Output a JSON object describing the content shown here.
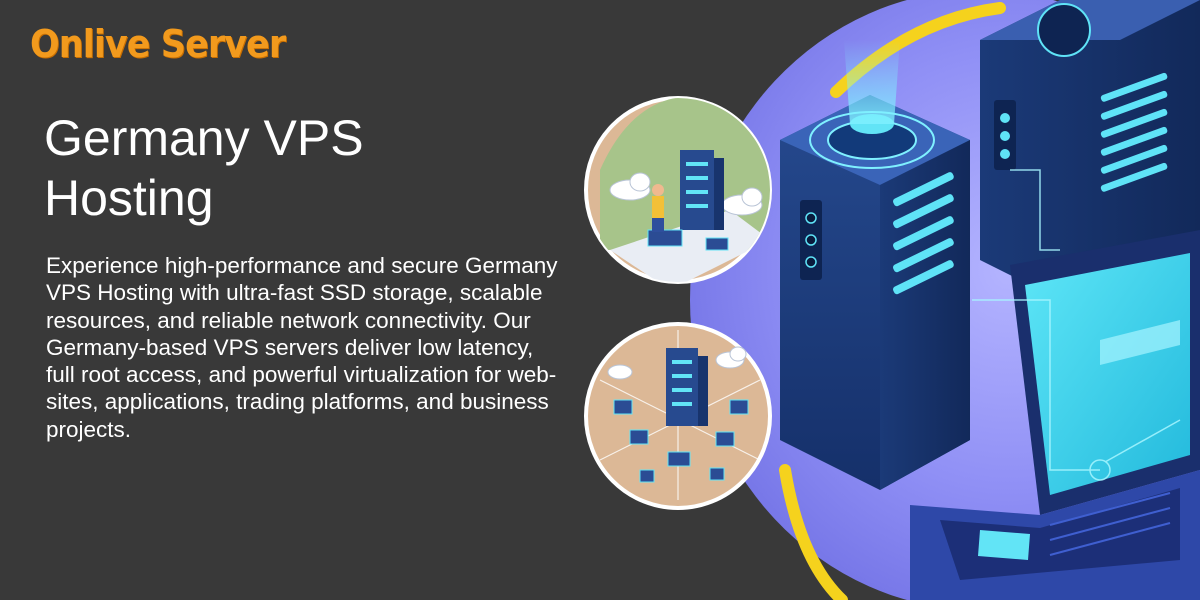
{
  "brand": {
    "name": "Onlive Server",
    "color": "#f29a1d"
  },
  "hero": {
    "title": "Germany VPS Hosting",
    "description": "Experience high-performance and secure Germany VPS Hosting with ultra-fast SSD storage, scalable resources, and reliable network connectivity. Our Germany-based VPS servers deliver low latency, full root access, and powerful virtualization for web-sites, applications, trading platforms, and business projects."
  },
  "colors": {
    "background": "#393939",
    "accent_ring": "#f5d21d",
    "glow": "#8f8ff5",
    "server_body": "#1d3d79",
    "screen": "#2fd0ec"
  },
  "illustration": {
    "icons": [
      "server-tower-icon",
      "laptop-icon",
      "cloud-icon",
      "server-rack-icon",
      "network-node-icon"
    ]
  }
}
